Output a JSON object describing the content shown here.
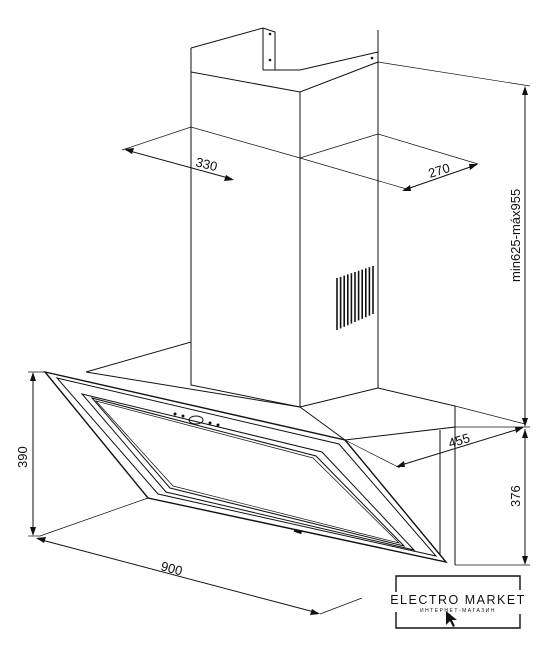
{
  "dimensions": {
    "chimney_width": "330",
    "chimney_depth": "270",
    "total_height": "min625-máx955",
    "hood_depth": "455",
    "glass_height": "390",
    "body_height": "376",
    "hood_width": "900"
  },
  "logo": {
    "name": "ELECTRO MARKET",
    "tagline": "ИНТЕРНЕТ-МАГАЗИН"
  }
}
